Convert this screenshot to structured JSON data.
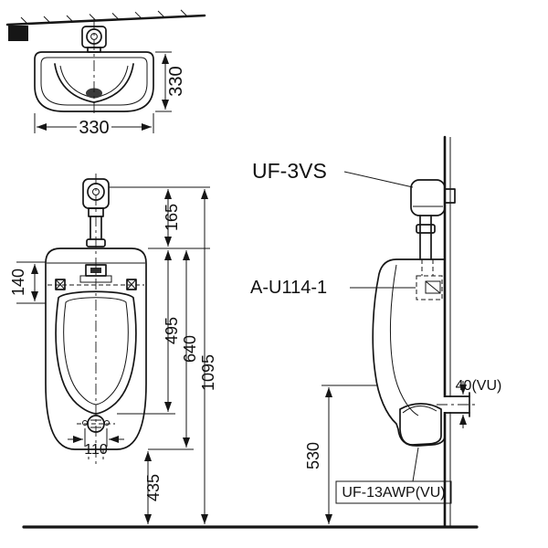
{
  "labels": {
    "top_width": "330",
    "top_depth": "330",
    "front_spreader_offset": "140",
    "front_rim_to_valve": "165",
    "front_rim_to_bowl_bottom": "495",
    "front_body_height": "640",
    "front_total_height": "1095",
    "front_drain_spacing": "110",
    "front_bottom_to_floor": "435",
    "side_outlet_height": "530",
    "side_outlet_size": "40(VU)",
    "valve_model": "UF-3VS",
    "spud_model": "A-U114-1",
    "trap_model": "UF-13AWP(VU)"
  }
}
